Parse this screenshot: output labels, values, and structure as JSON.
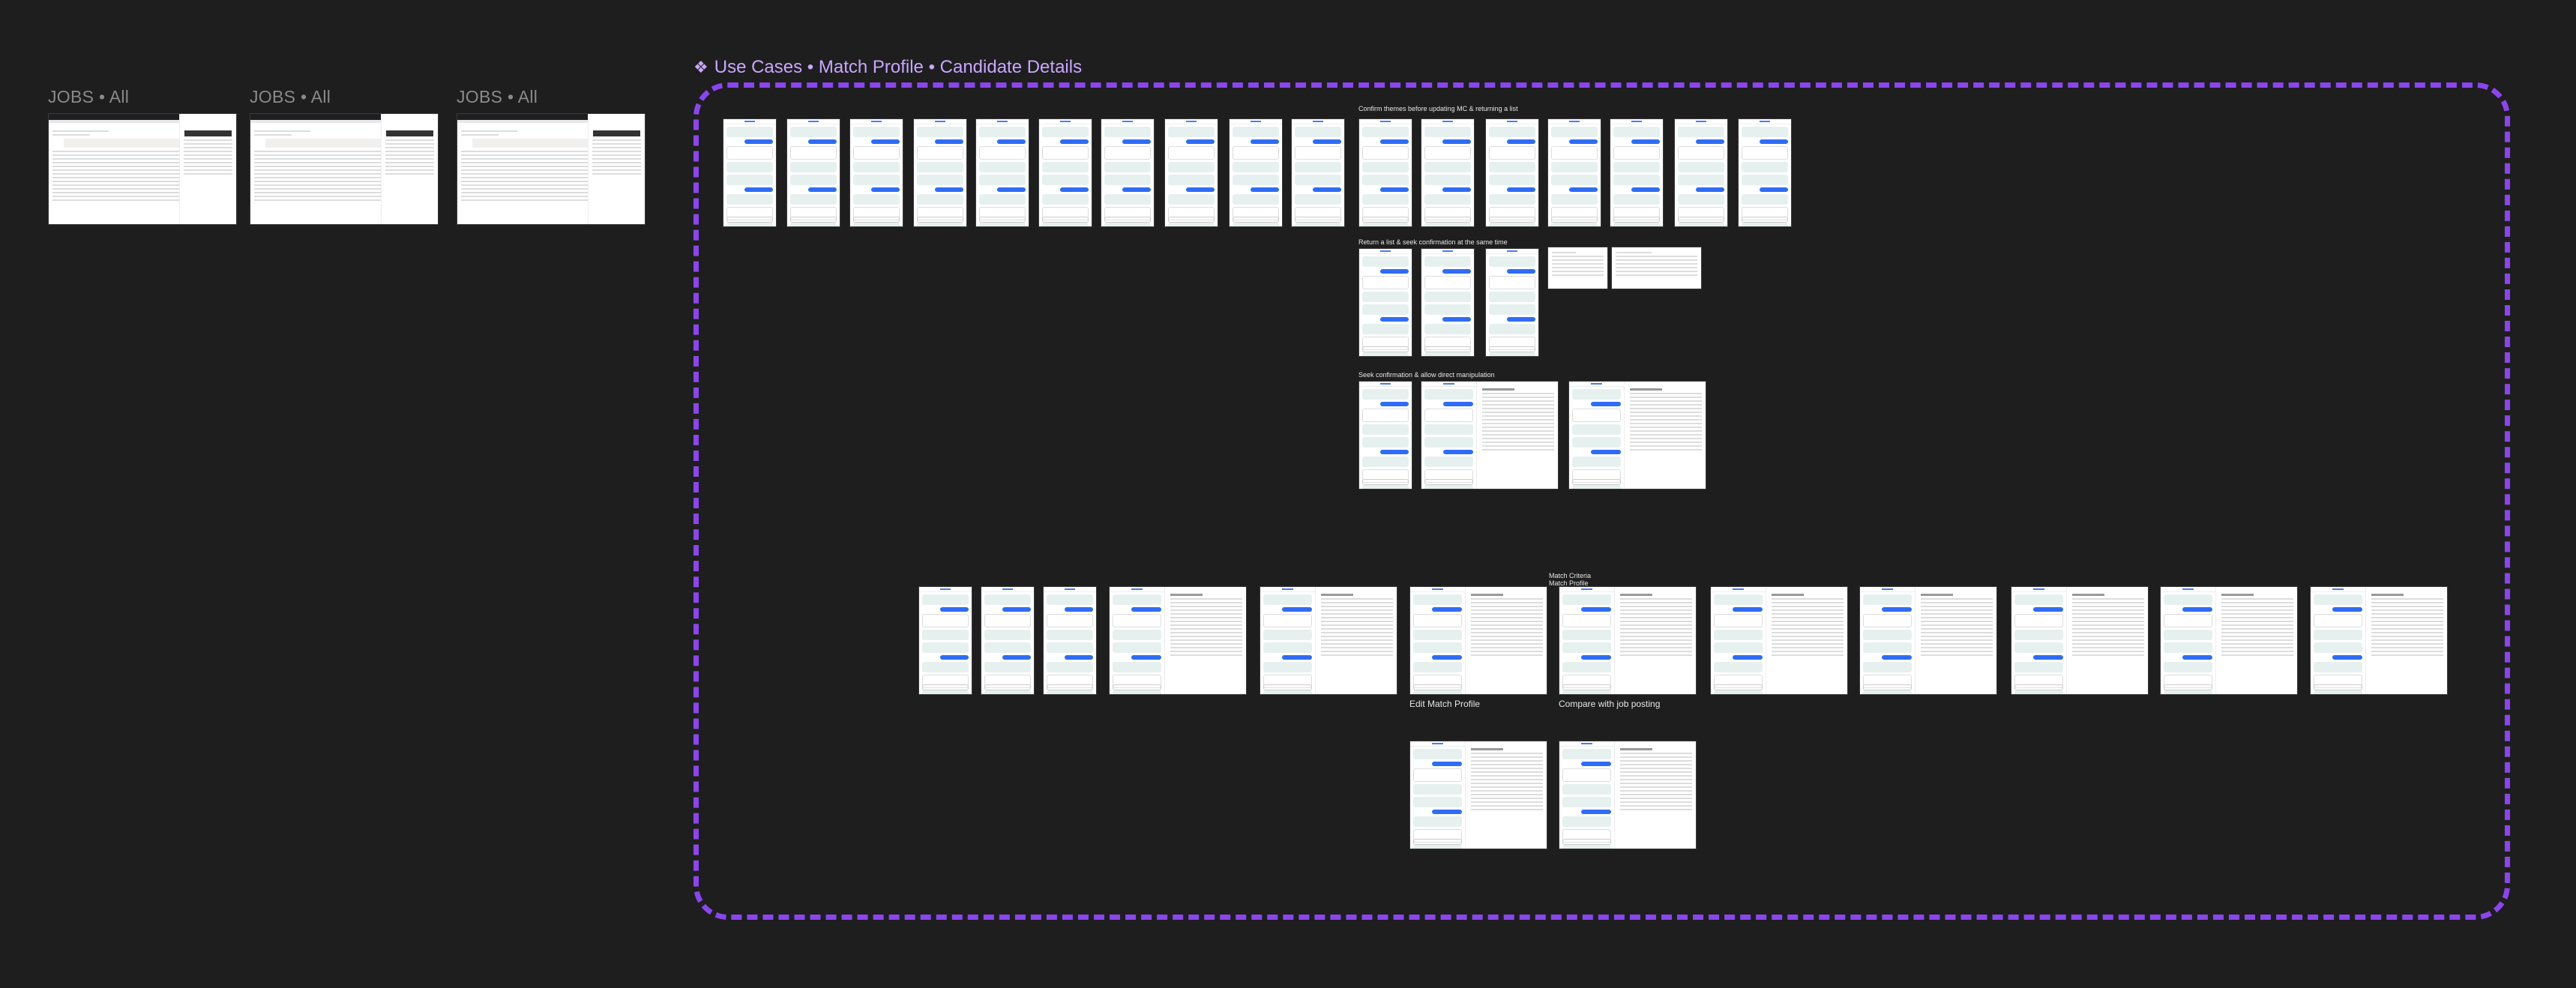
{
  "canvas": {
    "jobs_frames": [
      {
        "label": "JOBS • All"
      },
      {
        "label": "JOBS • All"
      },
      {
        "label": "JOBS • All"
      }
    ],
    "section": {
      "icon": "component-diamond-icon",
      "title": "Use Cases • Match Profile • Candidate Details"
    },
    "groups": {
      "confirm_themes": "Confirm themes before updating MC & returning a list",
      "return_list": "Return a list & seek confirmation at the same time",
      "seek_confirmation": "Seek confirmation & allow direct manipulation",
      "match_criteria": "Match Criteria",
      "match_profile": "Match Profile",
      "edit_match_profile": "Edit Match Profile",
      "compare_job_posting": "Compare with job posting"
    },
    "colors": {
      "background": "#1e1e1e",
      "accent": "#8b45f0",
      "title": "#c9a6ff",
      "chat_blue": "#2f6cf6"
    }
  }
}
